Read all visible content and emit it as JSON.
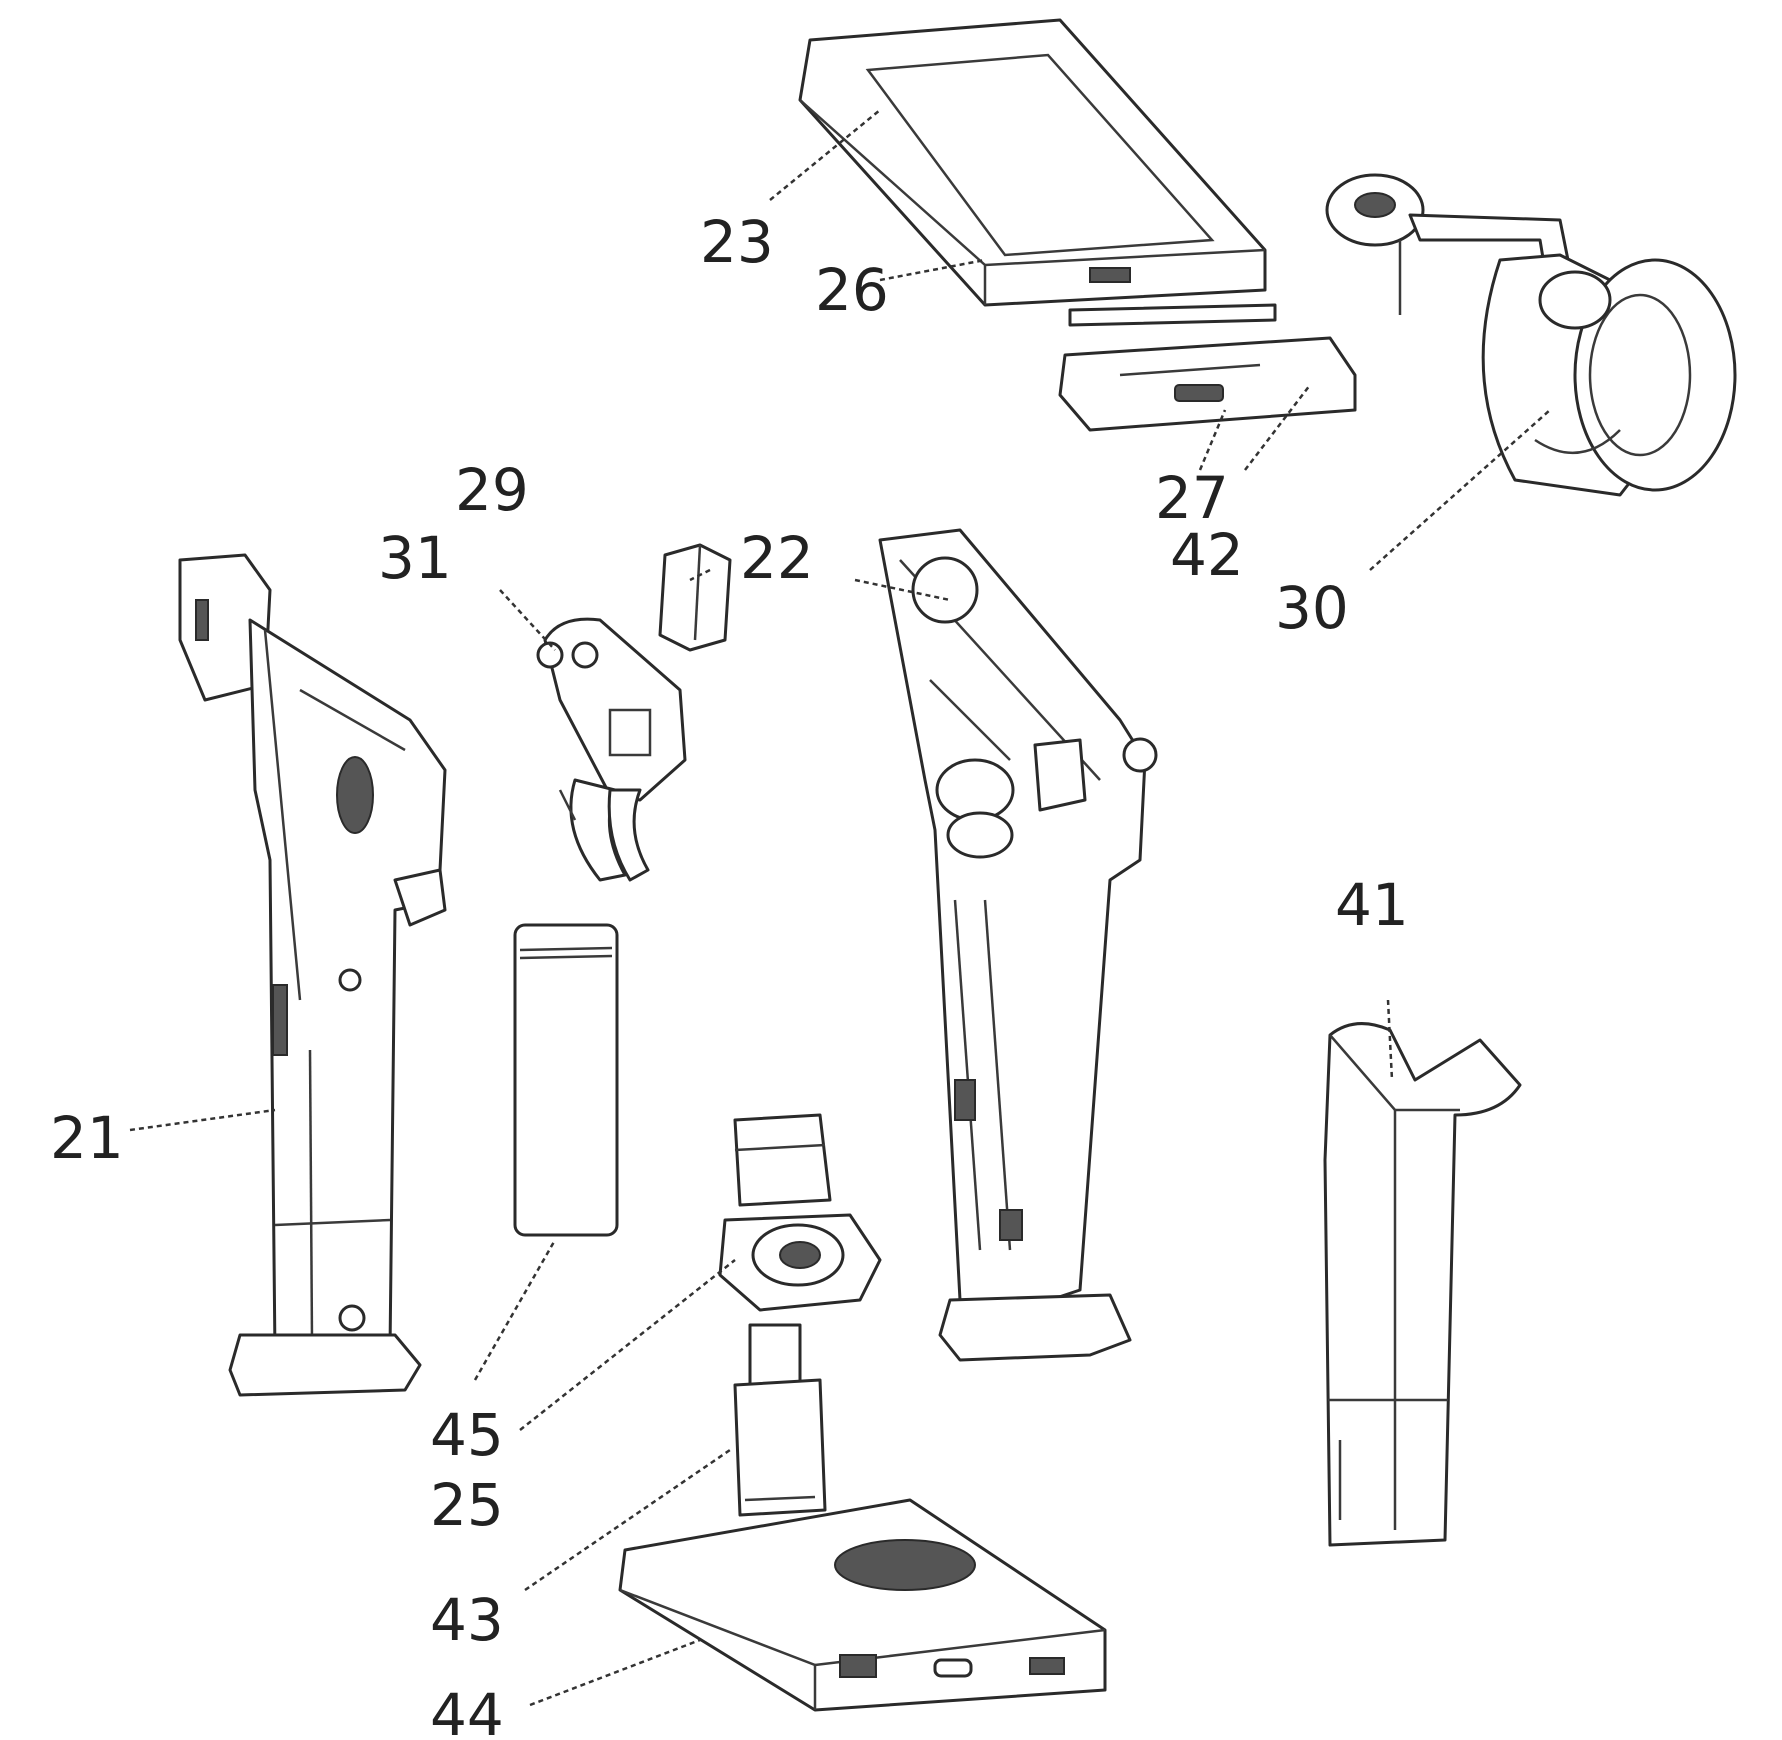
{
  "parts": [
    {
      "id": "battery-pack",
      "label": "21"
    },
    {
      "id": "handle-frame",
      "label": "22"
    },
    {
      "id": "display-unit",
      "label": "23"
    },
    {
      "id": "base-connector",
      "label": "25"
    },
    {
      "id": "display-port",
      "label": "26"
    },
    {
      "id": "display-slot",
      "label": "27"
    },
    {
      "id": "small-block",
      "label": "29"
    },
    {
      "id": "gimbal-head",
      "label": "30"
    },
    {
      "id": "trigger-module",
      "label": "31"
    },
    {
      "id": "grip-sleeve",
      "label": "41"
    },
    {
      "id": "mount-plate",
      "label": "42"
    },
    {
      "id": "adapter-plug",
      "label": "43"
    },
    {
      "id": "power-bank",
      "label": "44"
    },
    {
      "id": "battery-cell",
      "label": "45"
    }
  ]
}
